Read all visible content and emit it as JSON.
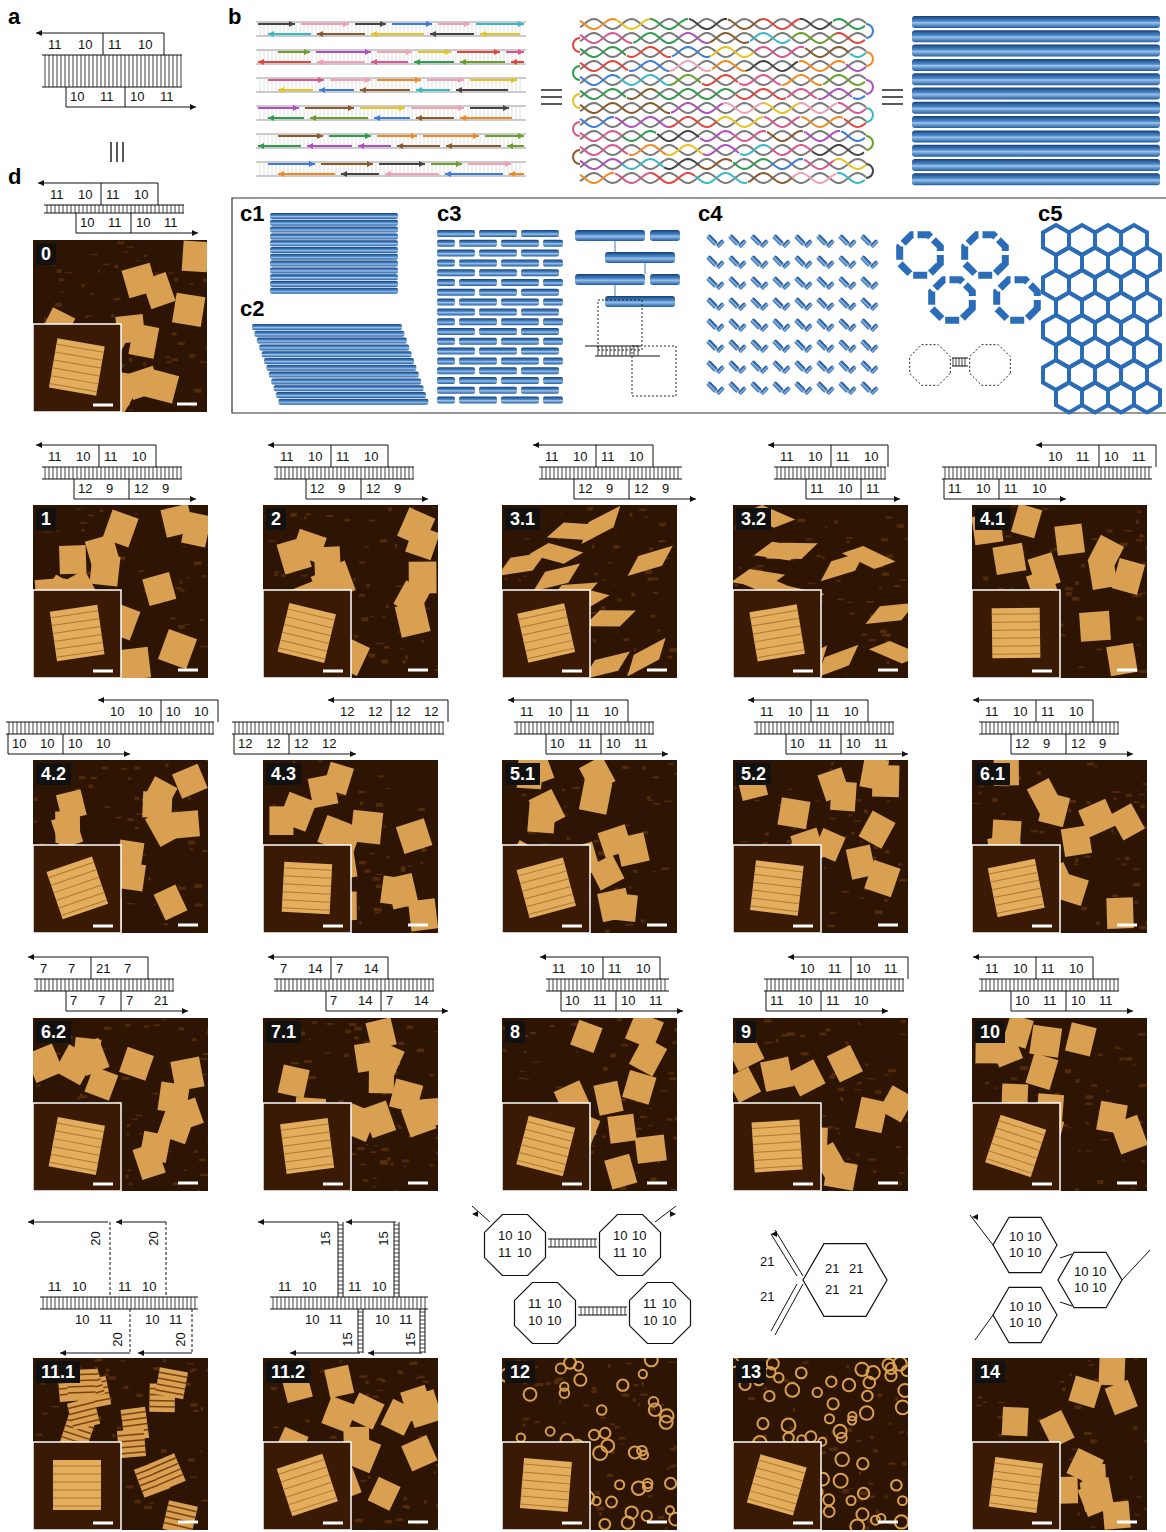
{
  "diagram": {
    "nodes": [
      {
        "text": [
          "0"
        ]
      },
      {
        "text": [
          "1"
        ]
      },
      {
        "text": [
          "2"
        ]
      },
      {
        "text": [
          "3.1"
        ]
      },
      {
        "text": [
          "3.2"
        ]
      },
      {
        "text": [
          "4.1"
        ]
      },
      {
        "text": [
          "4.2"
        ]
      },
      {
        "text": [
          "4.3"
        ]
      },
      {
        "text": [
          "5.1"
        ]
      },
      {
        "text": [
          "5.2"
        ]
      },
      {
        "text": [
          "6.1"
        ]
      },
      {
        "text": [
          "6.2"
        ]
      },
      {
        "text": [
          "7.1"
        ]
      },
      {
        "text": [
          "8"
        ]
      },
      {
        "text": [
          "9"
        ]
      },
      {
        "text": [
          "10"
        ]
      },
      {
        "text": [
          "11.1"
        ]
      },
      {
        "text": [
          "11.2"
        ]
      },
      {
        "text": [
          "12"
        ]
      },
      {
        "text": [
          "13"
        ]
      },
      {
        "text": [
          "14"
        ]
      }
    ],
    "labels": [
      "a",
      "11",
      "10",
      "11",
      "10",
      "10",
      "11",
      "10",
      "11",
      "b",
      "d",
      "11",
      "10",
      "11",
      "10",
      "10",
      "11",
      "10",
      "11",
      "c1",
      "c2",
      "c3",
      "c4",
      "c5",
      "11",
      "10",
      "11",
      "10",
      "12",
      "9",
      "12",
      "9",
      "11",
      "10",
      "11",
      "10",
      "12",
      "9",
      "12",
      "9",
      "11",
      "10",
      "11",
      "10",
      "12",
      "9",
      "12",
      "9",
      "11",
      "10",
      "11",
      "10",
      "11",
      "10",
      "11",
      "10",
      "11",
      "10",
      "11",
      "11",
      "10",
      "11",
      "10",
      "10",
      "10",
      "10",
      "10",
      "10",
      "10",
      "10",
      "10",
      "12",
      "12",
      "12",
      "12",
      "12",
      "12",
      "12",
      "12",
      "11",
      "10",
      "11",
      "10",
      "10",
      "11",
      "10",
      "11",
      "11",
      "10",
      "11",
      "10",
      "10",
      "11",
      "10",
      "11",
      "11",
      "10",
      "11",
      "10",
      "12",
      "9",
      "12",
      "9",
      "7",
      "7",
      "21",
      "7",
      "7",
      "7",
      "7",
      "21",
      "7",
      "14",
      "7",
      "14",
      "7",
      "14",
      "7",
      "14",
      "11",
      "10",
      "11",
      "10",
      "10",
      "11",
      "10",
      "11",
      "10",
      "11",
      "10",
      "11",
      "11",
      "10",
      "11",
      "10",
      "11",
      "10",
      "11",
      "10",
      "10",
      "11",
      "10",
      "11",
      "11",
      "10",
      "11",
      "10",
      "20",
      "20",
      "20",
      "20",
      "10",
      "11",
      "10",
      "11",
      "11",
      "10",
      "11",
      "10",
      "15",
      "15",
      "15",
      "15",
      "10",
      "11",
      "10",
      "11",
      "10",
      "10",
      "11",
      "10",
      "10",
      "10",
      "11",
      "10",
      "11",
      "10",
      "10",
      "10",
      "11",
      "10",
      "10",
      "10",
      "21",
      "21",
      "21",
      "21",
      "21",
      "21",
      "10",
      "10",
      "10",
      "10",
      "10",
      "10",
      "10",
      "10",
      "10",
      "10",
      "10",
      "10"
    ]
  }
}
